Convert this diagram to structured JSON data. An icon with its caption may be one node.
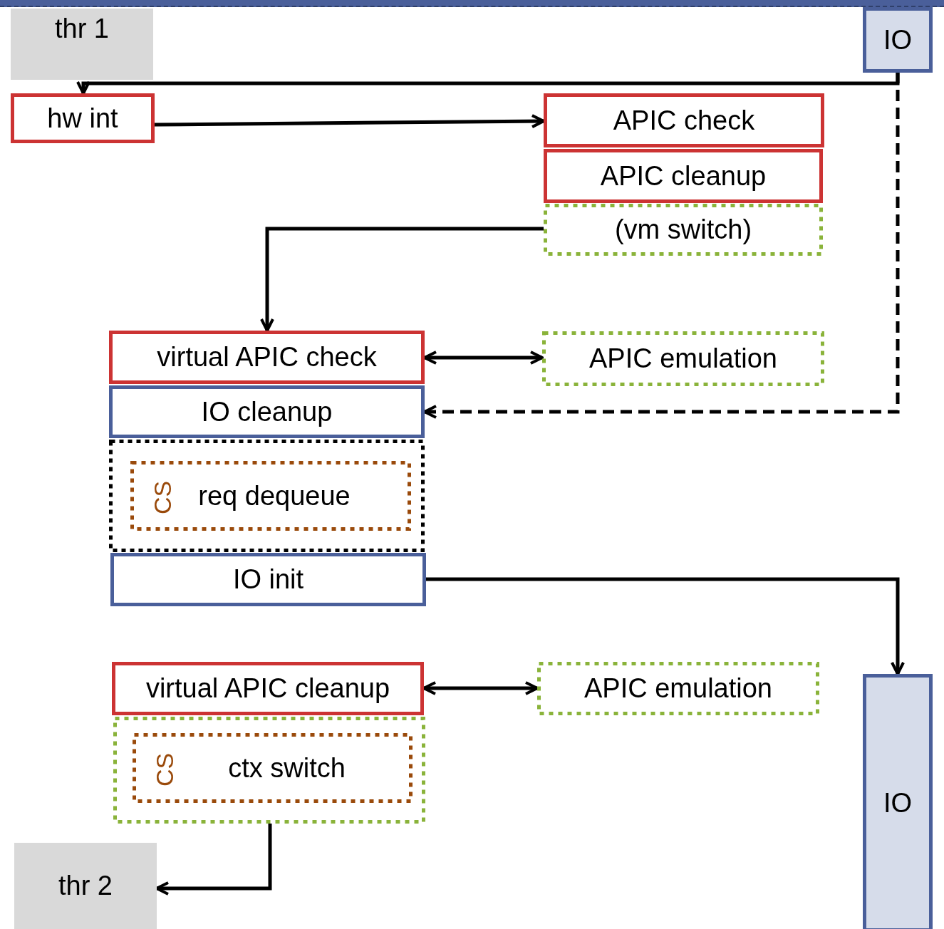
{
  "diagram": {
    "nodes": [
      {
        "text": [
          "thr 1"
        ]
      },
      {
        "text": [
          "IO"
        ]
      },
      {
        "text": [
          "hw int"
        ]
      },
      {
        "text": [
          "APIC check"
        ]
      },
      {
        "text": [
          "APIC cleanup"
        ]
      },
      {
        "text": [
          "(vm switch)"
        ]
      },
      {
        "text": [
          "virtual APIC check"
        ]
      },
      {
        "text": [
          "APIC emulation"
        ]
      },
      {
        "text": [
          "IO cleanup"
        ]
      },
      {
        "text": [],
        "shape": "box"
      },
      {
        "text": [
          "CS",
          "req dequeue"
        ],
        "in": 9
      },
      {
        "text": [
          "IO init"
        ]
      },
      {
        "text": [
          "virtual APIC cleanup"
        ]
      },
      {
        "text": [
          "APIC emulation"
        ]
      },
      {
        "text": [],
        "shape": "box"
      },
      {
        "text": [
          "CS",
          "ctx switch"
        ],
        "in": 14
      },
      {
        "text": [
          "thr 2"
        ]
      },
      {
        "text": [
          "IO"
        ]
      }
    ],
    "edges": [
      {
        "from": 1,
        "to": 2,
        "arrow": "to"
      },
      {
        "from": 1,
        "to": 8,
        "arrow": "to",
        "style": "dashed"
      },
      {
        "from": 2,
        "to": 3,
        "arrow": "to"
      },
      {
        "from": 5,
        "to": 6,
        "arrow": "to"
      },
      {
        "from": 6,
        "to": 7,
        "arrow": "both"
      },
      {
        "from": 11,
        "to": 17,
        "arrow": "to"
      },
      {
        "from": 12,
        "to": 13,
        "arrow": "both"
      },
      {
        "from": 14,
        "to": 16,
        "arrow": "to"
      }
    ]
  }
}
